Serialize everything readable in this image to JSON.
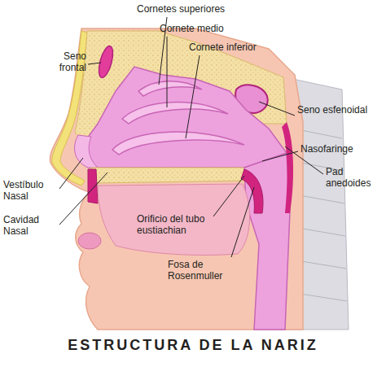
{
  "diagram": {
    "title": "ESTRUCTURA DE LA NARIZ",
    "labels": [
      "Cornetes superiores",
      "Cornete medio",
      "Cornete inferior",
      "Seno frontal",
      "Seno esfenoidal",
      "Nasofaringe",
      "Pad anedoides",
      "Vestíbulo Nasal",
      "Cavidad Nasal",
      "Orificio del tubo eustiachian",
      "Fosa de Rosenmuller"
    ]
  }
}
